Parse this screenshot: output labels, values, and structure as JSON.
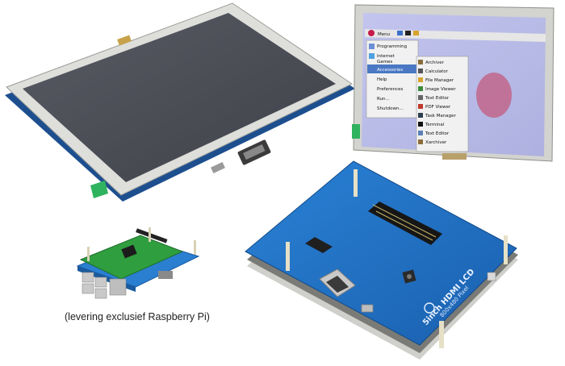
{
  "caption": "(levering exclusief Raspberry Pi)",
  "board_label": "5inch HDMI LCD",
  "board_sublabel": "800x480 Pixel",
  "taskbar_label": "Menu",
  "main_menu": [
    "Programming",
    "Internet",
    "Games",
    "Accessories",
    "Help",
    "Preferences",
    "Run...",
    "Shutdown..."
  ],
  "sub_menu": [
    "Archiver",
    "Calculator",
    "File Manager",
    "Image Viewer",
    "Text Editor",
    "PDF Viewer",
    "Task Manager",
    "Terminal",
    "Text Editor",
    "Xarchiver"
  ],
  "colors": {
    "screen": "#4a4c55",
    "bezel": "#d9d9d6",
    "pcb_blue": "#1f6fc4",
    "pcb_green": "#2f9e3f",
    "desktop": "#b7b9e6"
  }
}
